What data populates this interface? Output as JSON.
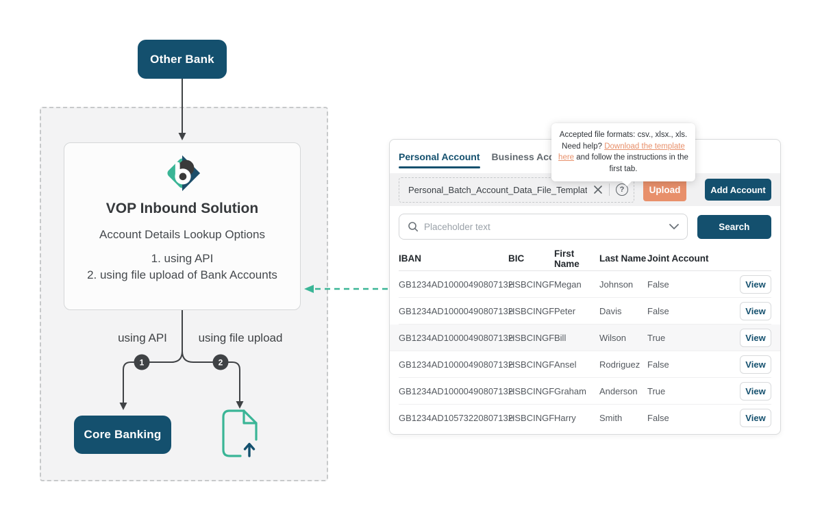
{
  "colors": {
    "navy": "#14506e",
    "teal": "#3ab596",
    "orange": "#e8906b",
    "line": "#3f4245"
  },
  "diagram": {
    "other_bank_label": "Other Bank",
    "solution_title": "VOP Inbound Solution",
    "solution_subtitle": "Account Details Lookup Options",
    "options": [
      "1. using API",
      "2. using file upload of Bank Accounts"
    ],
    "branch_api_label": "using API",
    "branch_file_label": "using file upload",
    "badge_1": "1",
    "badge_2": "2",
    "core_banking_label": "Core Banking"
  },
  "tooltip": {
    "text_before": "Accepted file formats: csv., xlsx., xls. Need help? ",
    "link_text": "Download the template here",
    "text_after": " and follow the instructions in the first tab."
  },
  "panel": {
    "tabs": [
      {
        "label": "Personal Account",
        "active": true
      },
      {
        "label": "Business Account",
        "active": false
      }
    ],
    "upload": {
      "filename": "Personal_Batch_Account_Data_File_Template.csv",
      "help_icon": "?",
      "upload_button": "Upload",
      "add_account_button": "Add Account"
    },
    "search": {
      "placeholder": "Placeholder text",
      "search_button": "Search"
    },
    "table": {
      "headers": [
        "IBAN",
        "BIC",
        "First Name",
        "Last Name",
        "Joint Account"
      ],
      "view_button": "View",
      "rows": [
        {
          "iban": "GB1234AD10000490807132",
          "bic": "HSBCINGF",
          "first_name": "Megan",
          "last_name": "Johnson",
          "joint_account": "False",
          "highlighted": false
        },
        {
          "iban": "GB1234AD10000490807132",
          "bic": "HSBCINGF",
          "first_name": "Peter",
          "last_name": "Davis",
          "joint_account": "False",
          "highlighted": false
        },
        {
          "iban": "GB1234AD10000490807132",
          "bic": "HSBCINGF",
          "first_name": "Bill",
          "last_name": "Wilson",
          "joint_account": "True",
          "highlighted": true
        },
        {
          "iban": "GB1234AD10000490807132",
          "bic": "HSBCINGF",
          "first_name": "Ansel",
          "last_name": "Rodriguez",
          "joint_account": "False",
          "highlighted": false
        },
        {
          "iban": "GB1234AD10000490807132",
          "bic": "HSBCINGF",
          "first_name": "Graham",
          "last_name": "Anderson",
          "joint_account": "True",
          "highlighted": false
        },
        {
          "iban": "GB1234AD10573220807132",
          "bic": "HSBCINGF",
          "first_name": "Harry",
          "last_name": "Smith",
          "joint_account": "False",
          "highlighted": false
        }
      ]
    }
  }
}
